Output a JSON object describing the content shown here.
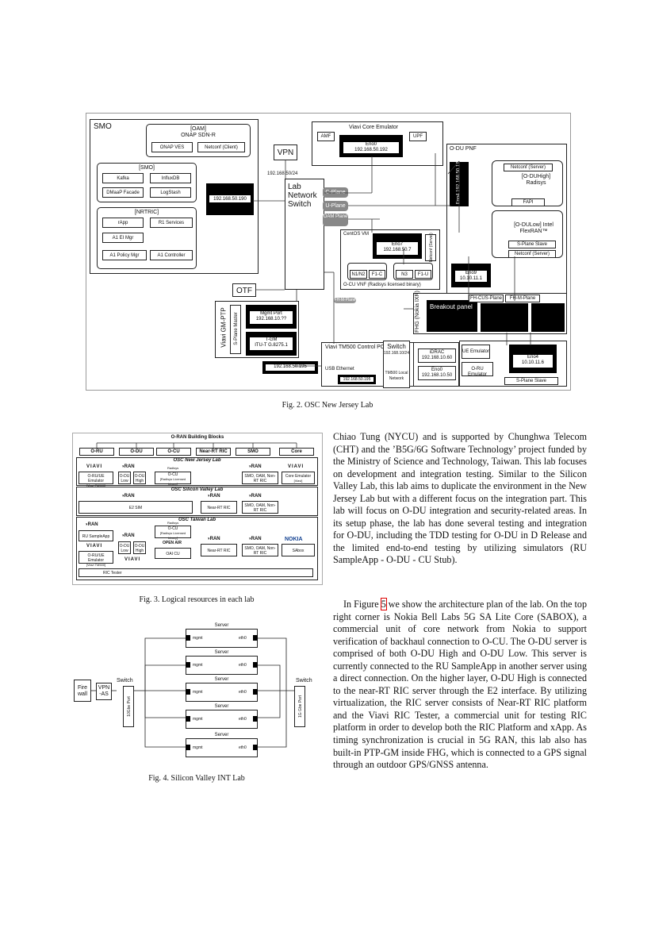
{
  "fig2": {
    "caption": "Fig. 2.   OSC New Jersey Lab",
    "smo": {
      "title": "SMO",
      "oam": "[OAM]",
      "onap": "ONAP SDN-R",
      "onap_ves": "ONAP VES",
      "netconf_client": "Netconf (Client)",
      "smo_sub": "[SMO]",
      "kafka": "Kafka",
      "influx": "InfluxDB",
      "dmaap": "DMaaP Facade",
      "logstash": "LogStash",
      "nrtric": "[NRTRIC]",
      "rapp": "rApp",
      "r1": "R1 Services",
      "a1ei": "A1 EI Mgr",
      "a1policy": "A1 Policy Mgr",
      "a1ctrl": "A1 Controller",
      "ip": "192.168.50.190"
    },
    "vpn": "VPN",
    "subnet": "192.168.50/24",
    "switch": "Lab Network Switch",
    "cplane": "C-Plane",
    "uplane": "U-Plane",
    "oam_plane": "OAM Plane",
    "core": {
      "title": "Viavi Core Emulator",
      "amf": "AMF",
      "upf": "UPF",
      "eno": "Eno0",
      "ip": "192.168.50.192"
    },
    "odu": {
      "title": "O-DU PNF",
      "eno4": "Eno4",
      "eno4_ip": "192.168.50.191",
      "netconf_server": "Netconf (Server)",
      "high": "[O-DUHigh] Radisys",
      "fapi": "FAPI",
      "low": "[O-DULow] Intel FlexRAN™",
      "splane_slave": "S-Plane Slave",
      "netconf_server2": "Netconf (Server)",
      "eno9": "Eno9",
      "eno9_ip": "10.10.11.1"
    },
    "centos": {
      "title": "CentOS VM",
      "eno7": "Eno7",
      "eno7_ip": "192.168.50.7",
      "netconf": "Netconf (Server)",
      "n1n2": "N1/N2",
      "f1c": "F1-C",
      "n3": "N3",
      "f1u": "F1-U",
      "vnf": "O-CU VNF (Radisys licensed binary)"
    },
    "fhm": "FH-M-Plane",
    "fhg": {
      "label": "FHG (Nokia IXR)",
      "cus": "FH-CUS-Plane",
      "m": "FH-M-Plane",
      "breakout": "Breakout panel"
    },
    "otf": "OTF",
    "ptp": {
      "label": "Viavi GM-PTP",
      "splane_master": "S-Plane Master",
      "mgmt": "Mgmt Port",
      "mgmt_ip": "192.168.10.??",
      "tgm": "T-GM",
      "itu": "ITU-T G.8275.1",
      "ip": "192.168.50.195"
    },
    "tm500": {
      "title": "Viavi TM500 Control PC",
      "usb": "USB Ethernet",
      "ip": "192.168.50.195",
      "switch": "Switch",
      "switch_sub": "192.168.10/24",
      "tm500local": "TM500 Local Network",
      "idrac": "iDRAC",
      "idrac_ip": "192.168.10.60",
      "eno0": "Eno0",
      "eno0_ip": "192.168.10.50",
      "ue": "UE Emulator",
      "oru": "O-RU Emulator",
      "eno4": "Eno4",
      "eno4_ip": "10.10.11.6",
      "splane_slave": "S-Plane Slave"
    }
  },
  "fig3": {
    "caption": "Fig. 3.   Logical resources in each lab",
    "title": "O-RAN Building Blocks",
    "blocks": [
      "O-RU",
      "O-DU",
      "O-CU",
      "Near-RT RIC",
      "SMO",
      "Core"
    ],
    "nj": {
      "title": "OSC New Jersey Lab",
      "viavi": "VIAVI",
      "oran": "◑RAN",
      "radisys": "Radisys",
      "oru_emu": "O-RU/UE Emulator",
      "oru_emu_sub": "[Viavi TM500]",
      "odu_low": "O-DU Low",
      "odu_high": "O-DU High",
      "ocu": "O-CU",
      "ocu_sub": "[Radisys Licensed binary]",
      "smo": "SMO, OAM, Non-RT RIC",
      "core": "Core Emulator",
      "core_sub": "[Viavi]"
    },
    "sv": {
      "title": "OSC Silicon Valley Lab",
      "e2sim": "E2 SIM",
      "nrtric": "Near-RT RIC",
      "smo": "SMO, OAM, Non-RT RIC"
    },
    "tw": {
      "title": "OSC Taiwan Lab",
      "ru_sample": "RU SampleApp",
      "oru_emu": "O-RU/UE Emulator",
      "oru_emu_sub": "[Viavi TM500]",
      "odu_low": "O-DU Low",
      "odu_high": "O-DU High",
      "ocu": "O-CU",
      "ocu_sub": "[Radisys Licensed binary]",
      "oai": "OPEN AIR",
      "oai_cu": "OAI CU",
      "nrtric": "Near-RT RIC",
      "smo": "SMO, OAM, Non-RT RIC",
      "nokia": "NOKIA",
      "sabox": "SAbox",
      "ric_tester": "RIC Tester"
    }
  },
  "fig4": {
    "caption": "Fig. 4.   Silicon Valley INT Lab",
    "firewall": "Fire wall",
    "vpn": "VPN -AS",
    "switch_left": "Switch",
    "switch_left_port": "10Gbe Port",
    "switch_right": "Switch",
    "switch_right_port": "1G Gbe Port",
    "server": "Server",
    "mgmt": "mgmt",
    "eth0": "eth0"
  },
  "text": {
    "para1": "Chiao Tung (NYCU) and is supported by Chunghwa Telecom (CHT) and the ’B5G/6G Software Technology’ project funded by the Ministry of Science and Technology, Taiwan. This lab focuses on development and integration testing. Similar to the Silicon Valley Lab, this lab aims to duplicate the environment in the New Jersey Lab but with a different focus on the integration part. This lab will focus on O-DU integration and security-related areas. In its setup phase, the lab has done several testing and integration for O-DU, including the TDD testing for O-DU in D Release and the limited end-to-end testing by utilizing simulators (RU SampleApp - O-DU - CU Stub).",
    "para2_pre": "In Figure ",
    "para2_ref": "5",
    "para2_post": " we show the architecture plan of the lab. On the top right corner is Nokia Bell Labs 5G SA Lite Core (SABOX), a commercial unit of core network from Nokia to support verification of backhaul connection to O-CU. The O-DU server is comprised of both O-DU High and O-DU Low. This server is currently connected to the RU SampleApp in another server using a direct connection. On the higher layer, O-DU High is connected to the near-RT RIC server through the E2 interface. By utilizing virtualization, the RIC server consists of Near-RT RIC platform and the Viavi RIC Tester, a commercial unit for testing RIC platform in order to develop both the RIC Platform and xApp. As timing synchronization is crucial in 5G RAN, this lab also has built-in PTP-GM inside FHG, which is connected to a GPS signal through an outdoor GPS/GNSS antenna."
  }
}
